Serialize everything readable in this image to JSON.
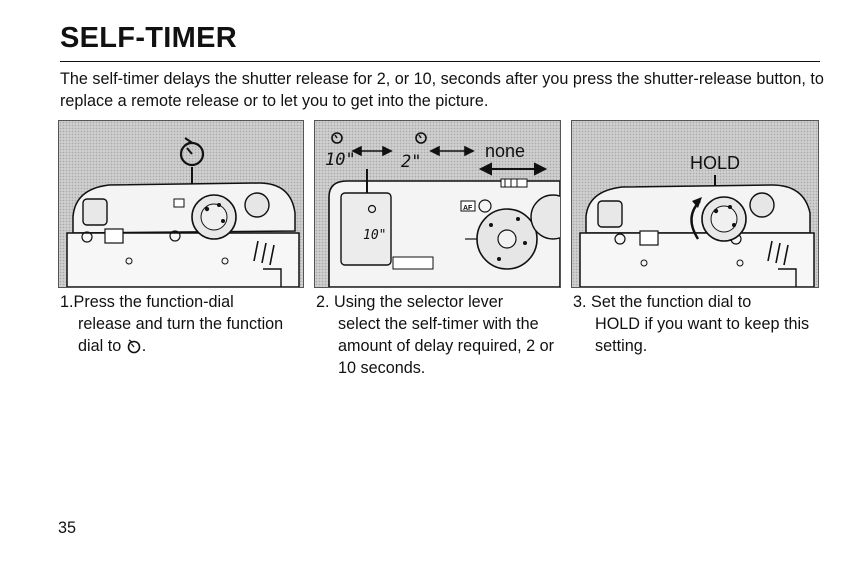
{
  "title": "SELF-TIMER",
  "intro": "The self-timer delays the shutter release for 2, or 10, seconds after you press the shutter-release button, to replace a remote release or to let you to get into the picture.",
  "figures": {
    "fig2_labels": {
      "ten": "10\"",
      "two": "2\"",
      "none": "none",
      "lcd": "10\"",
      "af": "AF"
    },
    "fig3_labels": {
      "hold": "HOLD"
    }
  },
  "steps": [
    {
      "number": "1.",
      "line1": "Press the function-dial",
      "rest": "release and turn the function dial to",
      "end": "."
    },
    {
      "number": "2.",
      "line1": "Using the selector lever",
      "rest": "select the self-timer with the amount of delay required, 2 or 10 seconds."
    },
    {
      "number": "3.",
      "line1": "Set the function dial to",
      "rest": "HOLD if you want to keep this setting."
    }
  ],
  "page_number": "35"
}
